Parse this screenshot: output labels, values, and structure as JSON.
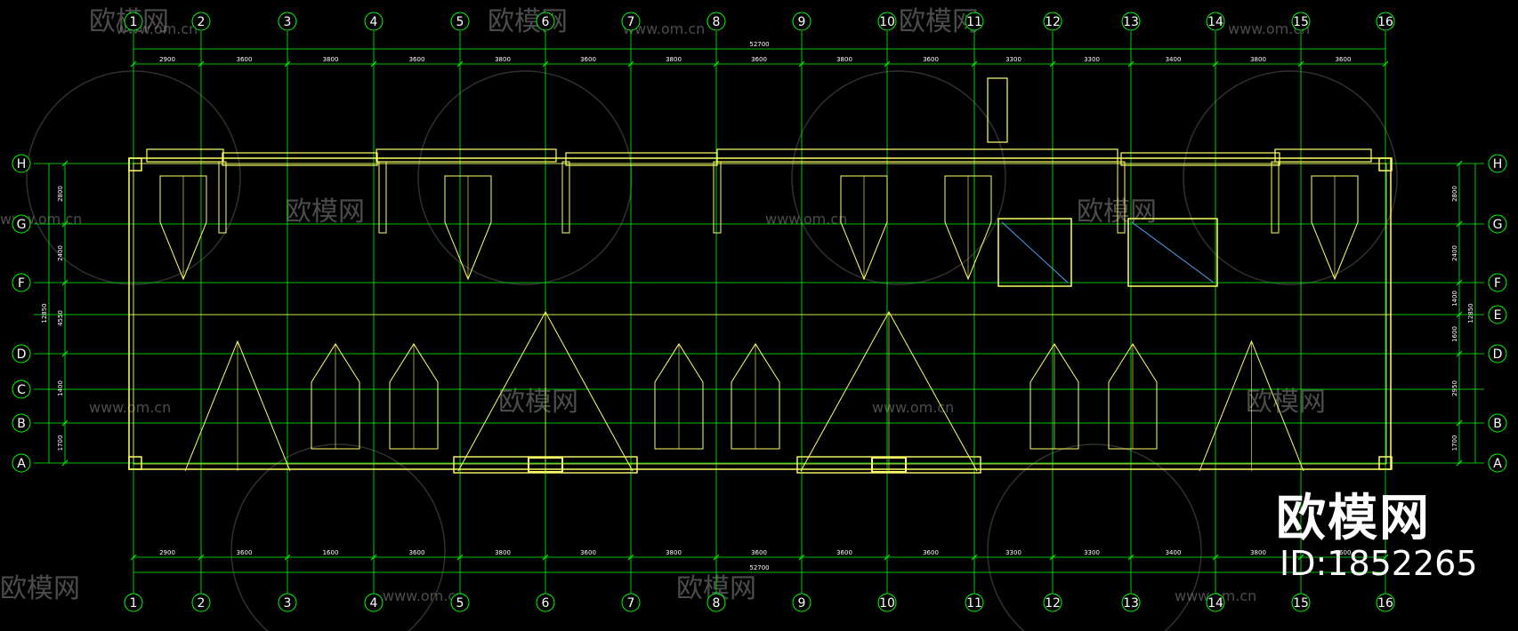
{
  "drawing": {
    "colors": {
      "background": "#000000",
      "grid": "#00ff00",
      "walls": "#ffff66",
      "accent": "#4da3ff",
      "watermark": "#8a8a8a",
      "text": "#ffffff"
    },
    "column_axes": [
      "1",
      "2",
      "3",
      "4",
      "5",
      "6",
      "7",
      "8",
      "9",
      "10",
      "11",
      "12",
      "13",
      "14",
      "15",
      "16"
    ],
    "row_axes_left": [
      "H",
      "G",
      "F",
      "D",
      "C",
      "B",
      "A"
    ],
    "row_axes_right": [
      "H",
      "G",
      "F",
      "E",
      "D",
      "B",
      "A"
    ],
    "top_overall": "52700",
    "bottom_overall": "52700",
    "top_spans": [
      "2900",
      "3600",
      "3800",
      "3600",
      "3800",
      "3600",
      "3800",
      "3600",
      "3800",
      "3600",
      "3300",
      "3300",
      "3400",
      "3800",
      "3600"
    ],
    "bottom_spans": [
      "2900",
      "3600",
      "1600",
      "3600",
      "3800",
      "3600",
      "3800",
      "3600",
      "3600",
      "3600",
      "3300",
      "3300",
      "3400",
      "3800",
      "3600"
    ],
    "left_overall": "12850",
    "left_spans": [
      "2800",
      "2400",
      "4550",
      "1400",
      "1700"
    ],
    "right_overall": "12850",
    "right_spans": [
      "2800",
      "2400",
      "1400",
      "1600",
      "2950",
      "1700"
    ]
  },
  "watermark": {
    "brand": "欧模网",
    "url": "www.om.cn"
  },
  "branding": {
    "title": "欧模网",
    "id": "ID:1852265"
  }
}
